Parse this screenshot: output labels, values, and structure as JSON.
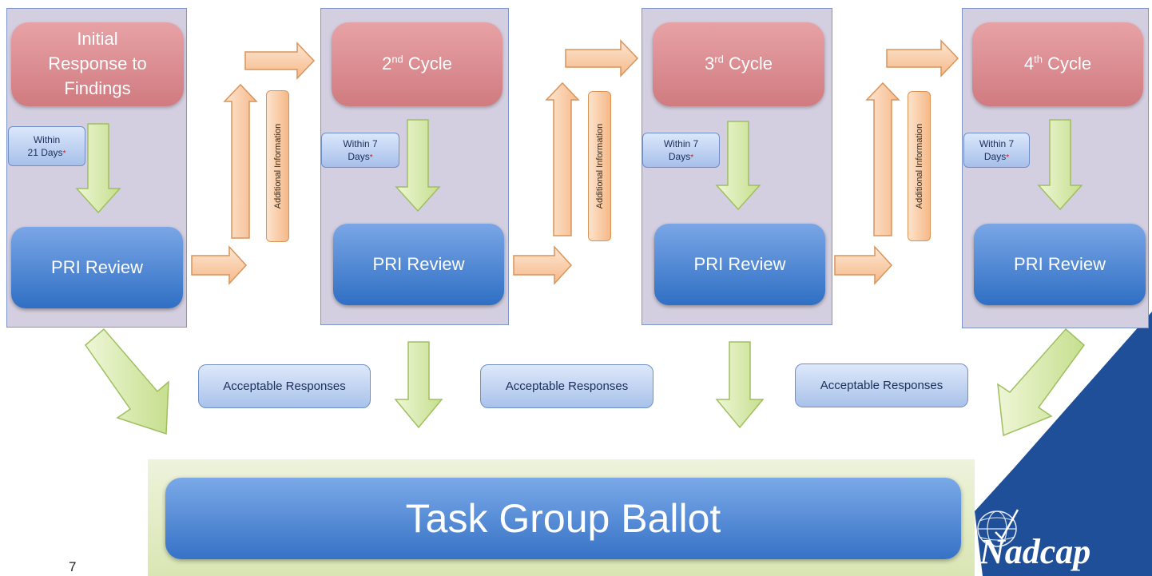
{
  "cycles": [
    {
      "top_label": "Initial Response to Findings",
      "within": "Within 21 Days",
      "review": "PRI Review"
    },
    {
      "top_label": "2nd Cycle",
      "top_main": "2",
      "top_sup": "nd",
      "top_rest": " Cycle",
      "within": "Within 7 Days",
      "review": "PRI Review"
    },
    {
      "top_label": "3rd Cycle",
      "top_main": "3",
      "top_sup": "rd",
      "top_rest": " Cycle",
      "within": "Within 7 Days",
      "review": "PRI Review"
    },
    {
      "top_label": "4th Cycle",
      "top_main": "4",
      "top_sup": "th",
      "top_rest": " Cycle",
      "within": "Within 7 Days",
      "review": "PRI Review"
    }
  ],
  "initial_lines": [
    "Initial",
    "Response to",
    "Findings"
  ],
  "within_lines": {
    "w1": [
      "Within",
      "21  Days"
    ],
    "w2": [
      "Within  7",
      "Days"
    ],
    "w3": [
      "Within  7",
      "Days"
    ],
    "w4": [
      "Within  7",
      "Days"
    ]
  },
  "star": "*",
  "additional_info": "Additional  Information",
  "acceptable_responses": "Acceptable Responses",
  "ballot": "Task Group Ballot",
  "page_number": "7",
  "logo": "Nadcap",
  "colors": {
    "panel": "#d4cfe0",
    "red_box": "#d88a8f",
    "blue_box": "#3d7bd0",
    "green_arrow": "#d3e6a6",
    "orange_arrow": "#f8c9a2",
    "brand_blue": "#1f4f99"
  }
}
